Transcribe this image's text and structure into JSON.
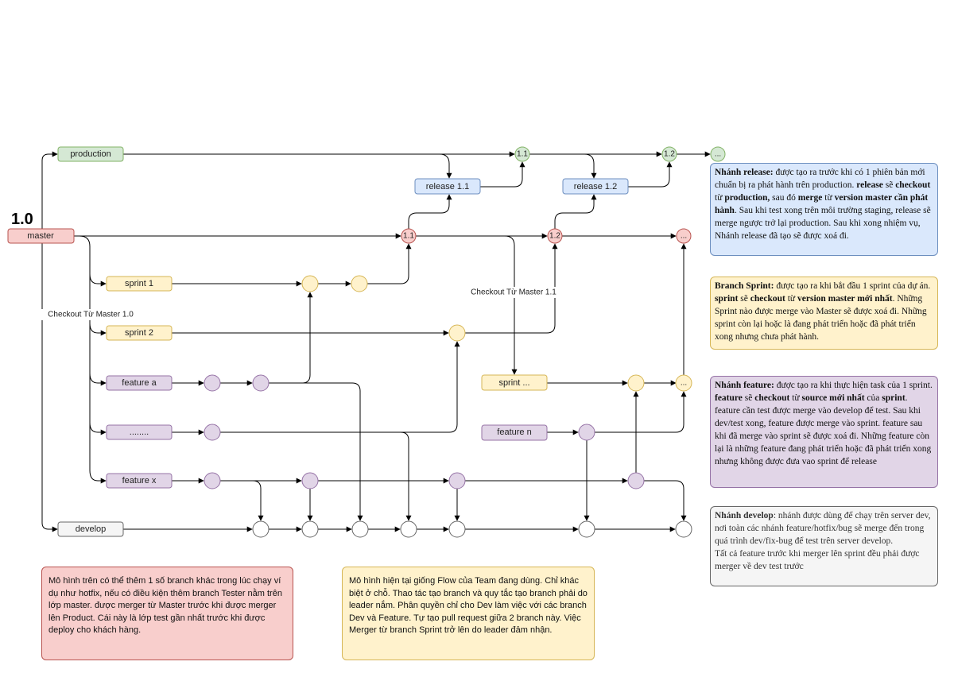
{
  "version_label": "1.0",
  "branches": {
    "production": "production",
    "master": "master",
    "sprint_1": "sprint 1",
    "sprint_2": "sprint 2",
    "feature_a": "feature a",
    "feature_dots": "........",
    "feature_x": "feature x",
    "develop": "develop",
    "release_1_1": "release 1.1",
    "release_1_2": "release 1.2",
    "sprint_more": "sprint ...",
    "feature_n": "feature n"
  },
  "tags": {
    "production_1_1": "1.1",
    "production_1_2": "1.2",
    "production_more": "...",
    "master_1_1": "1.1",
    "master_1_2": "1.2",
    "master_more": "...",
    "sprint_more": "..."
  },
  "checkouts": {
    "from_master_1_0": "Checkout Từ Master 1.0",
    "from_master_1_1": "Checkout Từ Master 1.1"
  },
  "notes": {
    "release": [
      "Nhánh release:",
      " được tạo ra trước khi có 1 phiên bản mới chuẩn bị ra phát hành trên production. ",
      "release",
      " sẽ ",
      "checkout",
      " từ ",
      "production,",
      " sau đó ",
      "merge",
      " từ ",
      "version master cần phát hành",
      ". Sau khi test xong trên môi trường staging, release sẽ merge ngược trở lại production. Sau khi xong nhiệm vụ, Nhánh release đã tạo sẽ được xoá đi."
    ],
    "sprint": [
      "Branch Sprint:",
      " được tạo ra khi bắt đầu 1 sprint của dự án. ",
      "sprint",
      " sẽ ",
      "checkout",
      " từ ",
      "version master mới nhất",
      ". Những Sprint nào được merge vào Master sẽ được xoá đi. Những sprint còn lại hoặc là đang phát triển hoặc đã phát triển xong nhưng chưa phát hành."
    ],
    "feature": [
      "Nhánh feature:",
      " được tạo ra khi thực hiện task của 1 sprint. ",
      "feature",
      " sẽ ",
      "checkout",
      " từ ",
      "source mới nhất",
      " của ",
      "sprint",
      ". feature cần test được merge vào develop để test. Sau khi dev/test xong, feature được merge vào sprint. feature sau khi đã merge vào sprint sẽ được xoá đi. Những feature còn lại là những feature đang phát triển hoặc đã phát triển xong nhưng không được đưa vao sprint để release"
    ],
    "develop": [
      "Nhánh develop",
      ": nhánh được dùng để chạy trên server dev, nơi toàn các nhánh feature/hotfix/bug sẽ merge đến trong quá trình dev/fix-bug để test trên server develop."
    ],
    "develop_2": "Tất cả feature trước khi merger lên sprint đều phải được merger về dev test trước",
    "hotfix": "Mô hình trên có thể thêm 1 số branch khác trong lúc chạy ví dụ như hotfix, nếu có điều kiện thêm branch Tester nằm trên lớp master. được merger từ Master trước khi được merger lên Product. Cái này là lớp test gần nhất trước khi được deploy cho khách hàng.",
    "team": "Mô hình hiện tại giống Flow của Team đang dùng. Chỉ khác biệt ở chỗ. Thao tác tạo branch và quy tắc tạo branch phải do leader nắm. Phân quyền chỉ cho Dev làm việc với các branch Dev và Feature. Tự tạo pull request giữa 2 branch này. Việc Merger từ branch Sprint trở lên do leader đảm nhận."
  },
  "colors": {
    "production": "#d5e8d4",
    "master": "#f8cecc",
    "release": "#dae8fc",
    "sprint": "#fff2cc",
    "feature": "#e1d5e7",
    "develop": "#f5f5f5"
  }
}
